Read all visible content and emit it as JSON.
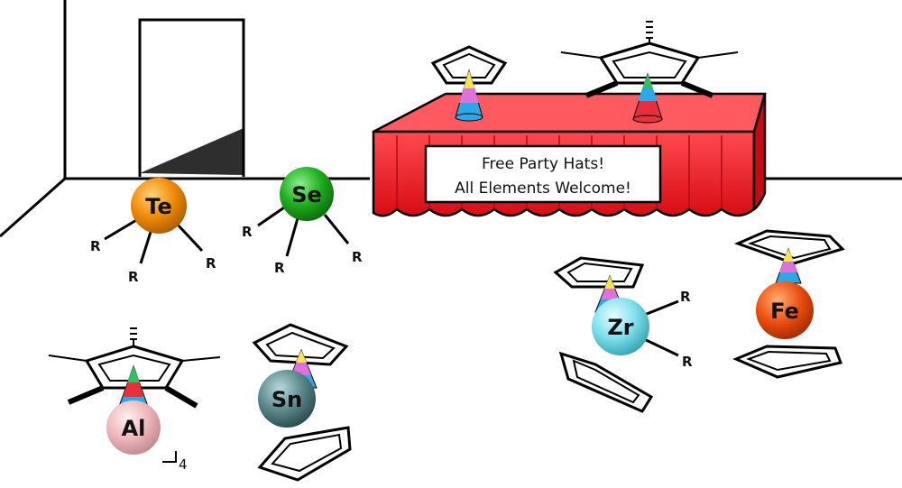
{
  "sign": {
    "line1": "Free Party Hats!",
    "line2": "All Elements Welcome!"
  },
  "elements": {
    "te": {
      "symbol": "Te",
      "color": "#f08c08"
    },
    "se": {
      "symbol": "Se",
      "color": "#1fae1f"
    },
    "al": {
      "symbol": "Al",
      "color": "#eeb8bc"
    },
    "sn": {
      "symbol": "Sn",
      "color": "#5c8a8c"
    },
    "zr": {
      "symbol": "Zr",
      "color": "#7ee0ec"
    },
    "fe": {
      "symbol": "Fe",
      "color": "#ee5010"
    }
  },
  "substituent_label": "R",
  "al_tetramer_subscript": "4",
  "colors": {
    "tablecloth": "#ee1c24",
    "doorway_shadow": "#2e2e2e",
    "hat_stripes": [
      "#f4e64a",
      "#e070dc",
      "#2aa8e8",
      "#e8303c",
      "#30c060"
    ]
  }
}
